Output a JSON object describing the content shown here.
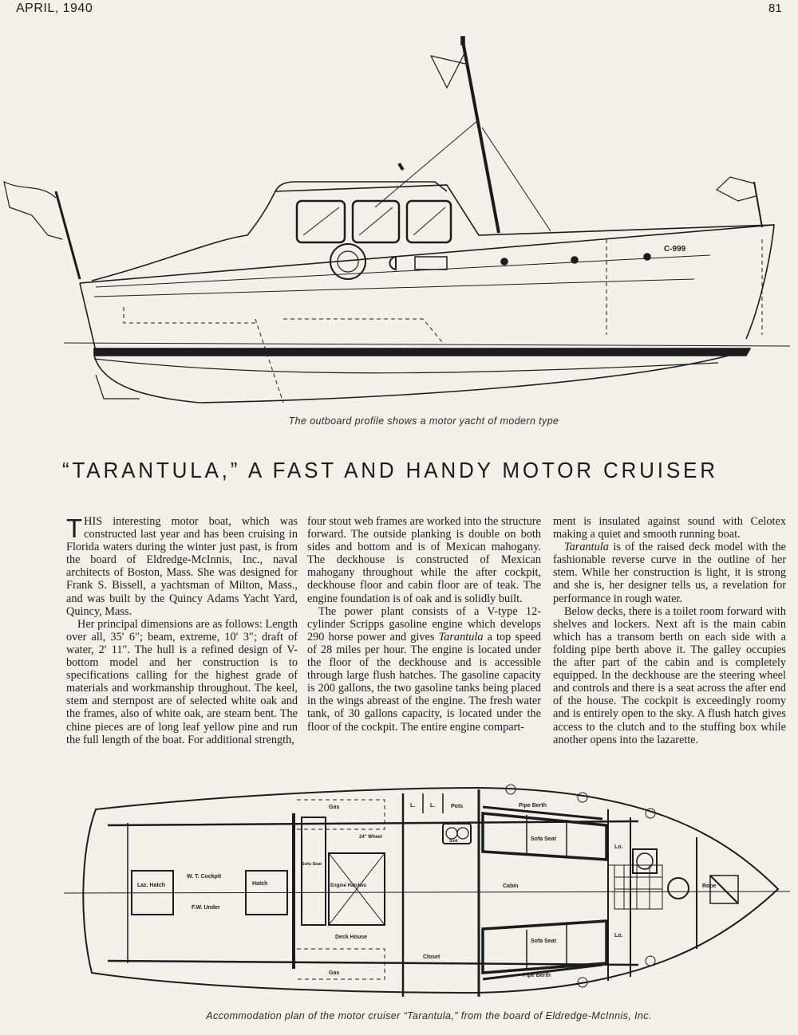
{
  "header": {
    "issue": "APRIL, 1940",
    "page_number": "81"
  },
  "profile_drawing": {
    "hull_number": "C-999",
    "caption": "The outboard profile shows a motor yacht of modern type"
  },
  "headline": "“TARANTULA,” A FAST AND HANDY MOTOR CRUISER",
  "article": {
    "drop_cap": "T",
    "col1": [
      "HIS interesting motor boat, which was constructed last year and has been cruis­ing in Florida waters during the winter just past, is from the board of Eldredge-McInnis, Inc., naval architects of Boston, Mass. She was designed for Frank S. Bissell, a yachts­man of Milton, Mass., and was built by the Quincy Adams Yacht Yard, Quincy, Mass.",
      "Her principal dimensions are as follows: Length over all, 35′ 6″; beam, extreme, 10′ 3″; draft of water, 2′ 11″. The hull is a re­fined design of V-bottom model and her con­struction is to specifications calling for the highest grade of materials and workmanship throughout. The keel, stem and sternpost are of selected white oak and the frames, also of white oak, are steam bent. The chine pieces are of long leaf yellow pine and run the full length of the boat. For additional strength,"
    ],
    "col2": [
      "four stout web frames are worked into the structure forward. The outside planking is double on both sides and bottom and is of Mexican mahogany. The deckhouse is con­structed of Mexican mahogany throughout while the after cockpit, deckhouse floor and cabin floor are of teak. The engine foundation is of oak and is solidly built.",
      "The power plant consists of a V-type 12-cylinder Scripps gasoline engine which de­velops 290 horse power and gives Tarantula a top speed of 28 miles per hour. The engine is located under the floor of the deckhouse and is accessible through large flush hatches. The gasoline capacity is 200 gallons, the two gas­oline tanks being placed in the wings abreast of the engine. The fresh water tank, of 30 gallons capacity, is located under the floor of the cockpit. The entire engine compart-"
    ],
    "col3": [
      "ment is insulated against sound with Celotex making a quiet and smooth running boat.",
      "Tarantula is of the raised deck model with the fashionable reverse curve in the outline of her stem. While her construction is light, it is strong and she is, her designer tells us, a revelation for performance in rough water.",
      "Below decks, there is a toilet room forward with shelves and lockers. Next aft is the main cabin which has a transom berth on each side with a folding pipe berth above it. The galley occupies the after part of the cabin and is completely equipped. In the deckhouse are the steering wheel and controls and there is a seat across the after end of the house. The cockpit is exceedingly roomy and is entirely open to the sky. A flush hatch gives access to the clutch and to the stuffing box while another opens into the lazarette."
    ]
  },
  "plan_drawing": {
    "labels": {
      "gas_top": "Gas",
      "gas_bottom": "Gas",
      "cockpit": "W. T. Cockpit",
      "laz_hatch": "Laz. Hatch",
      "fw_under": "F.W. Under",
      "hatch": "Hatch",
      "deck_house": "Deck House",
      "engine_hatches": "Engine Hatches",
      "sofa_seat_aft": "Sofa Seat",
      "sofa_seat_top": "Sofa Seat",
      "sofa_seat_bottom": "Sofa Seat",
      "cabin": "Cabin",
      "pipe_berth_top": "Pipe Berth",
      "pipe_berth_bottom": "Pipe Berth",
      "closet": "Closet",
      "l1": "L.",
      "l2": "L.",
      "pots": "Pots",
      "sink": "Sink",
      "lo_top": "Lo.",
      "lo_bottom": "Lo.",
      "rope": "Rope",
      "wheel": "24\" Wheel"
    },
    "caption": "Accommodation plan of the motor cruiser “Tarantula,” from the board of Eldredge-McInnis, Inc."
  }
}
